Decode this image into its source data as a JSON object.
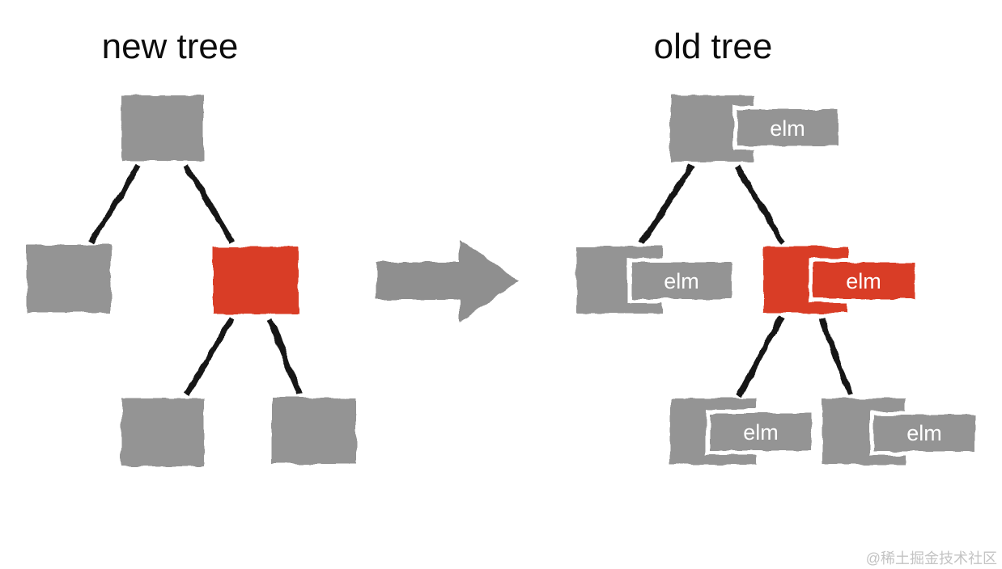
{
  "diagram": {
    "new_tree": {
      "title": "new tree",
      "nodes": [
        {
          "id": "root",
          "color": "#949494"
        },
        {
          "id": "left-child",
          "color": "#949494"
        },
        {
          "id": "right-child",
          "color": "#d93c27"
        },
        {
          "id": "bottom-left-child",
          "color": "#949494"
        },
        {
          "id": "bottom-right-child",
          "color": "#949494"
        }
      ]
    },
    "old_tree": {
      "title": "old tree",
      "nodes": [
        {
          "id": "root",
          "color": "#949494",
          "tag": {
            "label": "elm",
            "color": "#949494"
          }
        },
        {
          "id": "left-child",
          "color": "#949494",
          "tag": {
            "label": "elm",
            "color": "#949494"
          }
        },
        {
          "id": "right-child",
          "color": "#d93c27",
          "tag": {
            "label": "elm",
            "color": "#d93c27"
          }
        },
        {
          "id": "bottom-left-child",
          "color": "#949494",
          "tag": {
            "label": "elm",
            "color": "#949494"
          }
        },
        {
          "id": "bottom-right-child",
          "color": "#949494",
          "tag": {
            "label": "elm",
            "color": "#949494"
          }
        }
      ]
    },
    "watermark": "@稀土掘金技术社区"
  },
  "colors": {
    "node_gray": "#949494",
    "highlight_red": "#d93c27",
    "edge_black": "#161616",
    "arrow_gray": "#8f8f8f",
    "tag_outline_white": "#ffffff",
    "tag_label_white": "#ffffff",
    "title_black": "#0d0d0d",
    "watermark_gray": "#c3c3c3",
    "background": "#ffffff"
  }
}
